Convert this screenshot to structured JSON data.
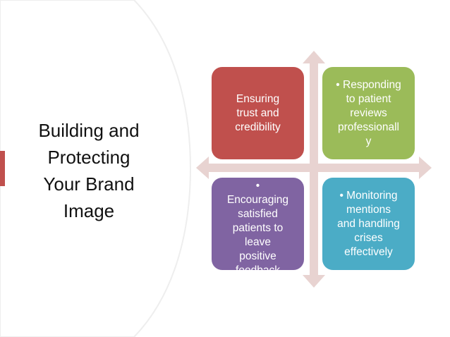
{
  "title": "Building and\nProtecting\nYour Brand\nImage",
  "quadrants": [
    {
      "id": "top-left",
      "text": "Ensuring\ntrust and\ncredibility",
      "color": "#c0504d"
    },
    {
      "id": "top-right",
      "text": "• Responding\nto patient\nreviews\nprofessionall\ny",
      "color": "#9bbb59"
    },
    {
      "id": "bottom-left",
      "text": "•\nEncouraging\nsatisfied\npatients to\nleave\npositive\nfeedback",
      "color": "#8064a2"
    },
    {
      "id": "bottom-right",
      "text": "• Monitoring\nmentions\nand handling\ncrises\neffectively",
      "color": "#4bacc6"
    }
  ],
  "colors": {
    "accent": "#c0504d",
    "arrow": "#e8d3d1",
    "arc_stroke": "#eeeeee",
    "title_text": "#111111"
  }
}
